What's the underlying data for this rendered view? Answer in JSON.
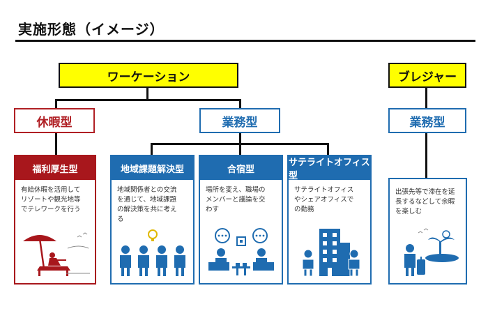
{
  "header": {
    "title": "実施形態（イメージ）"
  },
  "workation": {
    "label": "ワーケーション"
  },
  "bleisure": {
    "label": "ブレジャー"
  },
  "categories": {
    "kyuka": "休暇型",
    "gyomu": "業務型",
    "bleisure_gyomu": "業務型"
  },
  "cards": [
    {
      "title": "福利厚生型",
      "text": "有給休暇を活用して\nリゾートや観光地等\nでテレワークを行う",
      "icon": "beach-telework-icon"
    },
    {
      "title": "地域課題解決型",
      "text": "地域関係者との交流\nを通じて、地域課題\nの解決策を共に考え\nる",
      "icon": "group-discussion-icon"
    },
    {
      "title": "合宿型",
      "text": "場所を変え、職場の\nメンバーと議論を交\nわす",
      "icon": "meeting-icon"
    },
    {
      "title": "サテライトオフィス型",
      "text": "サテライトオフィス\nやシェアオフィスで\nの勤務",
      "icon": "office-building-icon"
    },
    {
      "title": "",
      "text": "出張先等で滞在を延\n長するなどして余暇\nを楽しむ",
      "icon": "island-travel-icon"
    }
  ],
  "colors": {
    "yellow": "#ffff00",
    "red": "#a8171c",
    "blue": "#1f6cb0",
    "black": "#111111"
  }
}
